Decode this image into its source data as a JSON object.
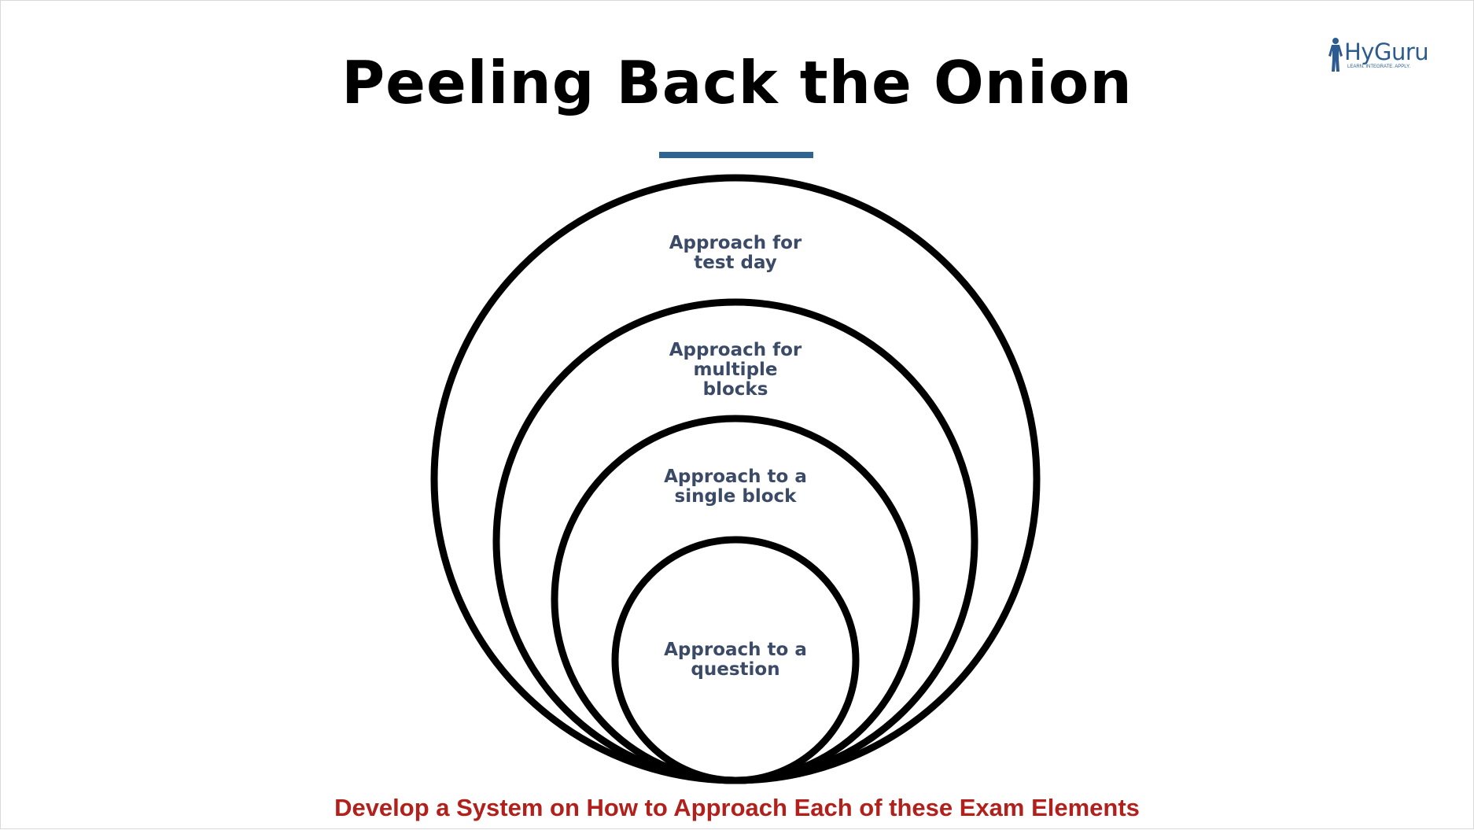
{
  "slide": {
    "title": "Peeling Back the Onion",
    "caption": "Develop a System on How to Approach Each of these Exam Elements"
  },
  "logo": {
    "name": "HyGuru",
    "tagline": "LEARN. INTEGRATE. APPLY.",
    "icon": "anatomy-figure-icon",
    "color": "#2c5b8f"
  },
  "diagram": {
    "type": "nested-circles",
    "rings": [
      {
        "label": "Approach for\ntest day"
      },
      {
        "label": "Approach for\nmultiple\nblocks"
      },
      {
        "label": "Approach to a\nsingle block"
      },
      {
        "label": "Approach to a\nquestion"
      }
    ]
  },
  "colors": {
    "title": "#000000",
    "rule": "#2f6391",
    "ring_label": "#3b4a66",
    "caption": "#b2201c",
    "ring_stroke": "#000000"
  }
}
